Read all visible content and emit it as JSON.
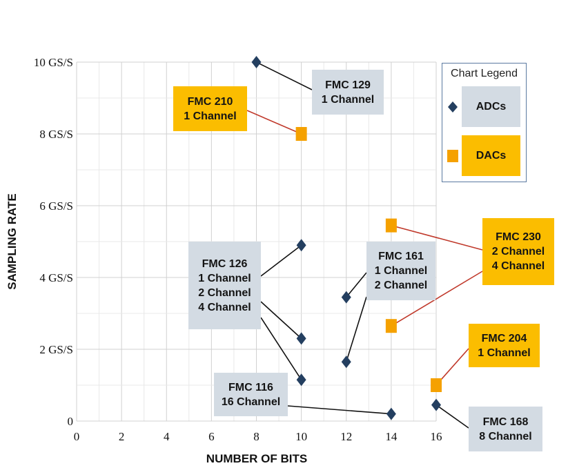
{
  "chart_data": {
    "type": "scatter",
    "title": "",
    "xlabel": "NUMBER OF BITS",
    "ylabel": "SAMPLING RATE",
    "xlim": [
      0,
      16
    ],
    "ylim": [
      0,
      10
    ],
    "x_ticks": [
      0,
      2,
      4,
      6,
      8,
      10,
      12,
      14,
      16
    ],
    "x_tick_labels": [
      "0",
      "2",
      "4",
      "6",
      "8",
      "10",
      "12",
      "14",
      "16"
    ],
    "y_ticks": [
      0,
      2,
      4,
      6,
      8,
      10
    ],
    "y_tick_labels": [
      "0",
      "2 GS/S",
      "4 GS/S",
      "6 GS/S",
      "8 GS/S",
      "10 GS/S"
    ],
    "grid": true,
    "legend_placement": "top-right",
    "legend": {
      "title": "Chart Legend",
      "entries": [
        {
          "label": "ADCs",
          "marker": "diamond",
          "color": "#243f60"
        },
        {
          "label": "DACs",
          "marker": "square",
          "color": "#f5a100"
        }
      ]
    },
    "series": [
      {
        "name": "ADCs",
        "marker": "diamond",
        "color": "#243f60",
        "points": [
          {
            "x": 8,
            "y": 10
          },
          {
            "x": 10,
            "y": 4.9
          },
          {
            "x": 10,
            "y": 2.3
          },
          {
            "x": 10,
            "y": 1.15
          },
          {
            "x": 12,
            "y": 3.45
          },
          {
            "x": 12,
            "y": 1.65
          },
          {
            "x": 14,
            "y": 0.2
          },
          {
            "x": 16,
            "y": 0.45
          }
        ]
      },
      {
        "name": "DACs",
        "marker": "square",
        "color": "#f5a100",
        "points": [
          {
            "x": 10,
            "y": 8
          },
          {
            "x": 14,
            "y": 5.45
          },
          {
            "x": 14,
            "y": 2.65
          },
          {
            "x": 16,
            "y": 1.0
          }
        ]
      }
    ],
    "annotations": [
      {
        "text": "FMC 129\n1 Channel",
        "kind": "adc",
        "line_color": "#111111",
        "points": [
          [
            8,
            10
          ]
        ]
      },
      {
        "text": "FMC 210\n1 Channel",
        "kind": "dac",
        "line_color": "#c0392b",
        "points": [
          [
            10,
            8
          ]
        ]
      },
      {
        "text": "FMC 126\n1 Channel\n2 Channel\n4 Channel",
        "kind": "adc",
        "line_color": "#111111",
        "points": [
          [
            10,
            4.9
          ],
          [
            10,
            2.3
          ],
          [
            10,
            1.15
          ]
        ]
      },
      {
        "text": "FMC 161\n1 Channel\n2 Channel",
        "kind": "adc",
        "line_color": "#111111",
        "points": [
          [
            12,
            3.45
          ],
          [
            12,
            1.65
          ]
        ]
      },
      {
        "text": "FMC 230\n2 Channel\n4 Channel",
        "kind": "dac",
        "line_color": "#c0392b",
        "points": [
          [
            14,
            5.45
          ],
          [
            14,
            2.65
          ]
        ]
      },
      {
        "text": "FMC 204\n1 Channel",
        "kind": "dac",
        "line_color": "#c0392b",
        "points": [
          [
            16,
            1.0
          ]
        ]
      },
      {
        "text": "FMC 116\n16 Channel",
        "kind": "adc",
        "line_color": "#111111",
        "points": [
          [
            14,
            0.2
          ]
        ]
      },
      {
        "text": "FMC 168\n8 Channel",
        "kind": "adc",
        "line_color": "#111111",
        "points": [
          [
            16,
            0.45
          ]
        ]
      }
    ]
  }
}
